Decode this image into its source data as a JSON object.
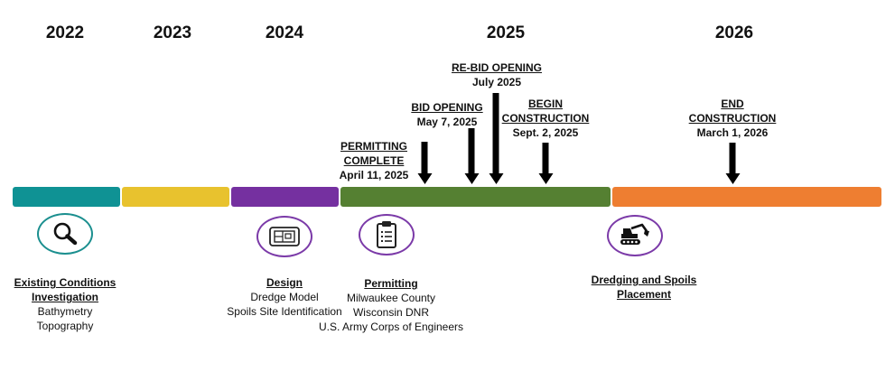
{
  "years": [
    "2022",
    "2023",
    "2024",
    "2025",
    "2026"
  ],
  "colors": {
    "teal": "#0f9294",
    "yellow": "#e8c22e",
    "purple": "#7530a0",
    "green": "#558032",
    "orange": "#ee7e31",
    "icon_teal": "#1b8f8f",
    "icon_purple": "#7b3aa8"
  },
  "milestones": {
    "permitting_complete": {
      "title_1": "PERMITTING",
      "title_2": "COMPLETE",
      "date": "April 11, 2025"
    },
    "bid_opening": {
      "title": "BID OPENING",
      "date": "May 7, 2025"
    },
    "rebid_opening": {
      "title": "RE-BID OPENING",
      "date": "July 2025"
    },
    "begin_construction": {
      "title_1": "BEGIN",
      "title_2": "CONSTRUCTION",
      "date": "Sept. 2, 2025"
    },
    "end_construction": {
      "title_1": "END",
      "title_2": "CONSTRUCTION",
      "date": "March 1, 2026"
    }
  },
  "phases": {
    "existing_conditions": {
      "title_1": "Existing Conditions",
      "title_2": "Investigation",
      "details": [
        "Bathymetry",
        "Topography"
      ],
      "icon": "magnifier-icon"
    },
    "design": {
      "title": "Design",
      "details": [
        "Dredge Model",
        "Spoils Site Identification"
      ],
      "icon": "blueprint-icon"
    },
    "permitting": {
      "title": "Permitting",
      "details": [
        "Milwaukee County",
        "Wisconsin DNR",
        "U.S. Army Corps of Engineers"
      ],
      "icon": "clipboard-icon"
    },
    "dredging": {
      "title_1": "Dredging and Spoils",
      "title_2": "Placement",
      "icon": "excavator-icon"
    }
  }
}
